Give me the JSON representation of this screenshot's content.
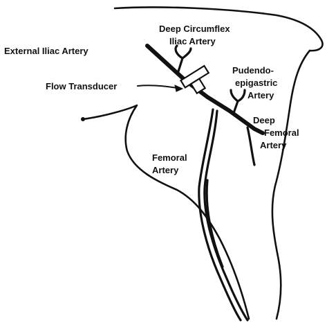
{
  "labels": {
    "external_iliac": "External Iliac Artery",
    "deep_circumflex_line1": "Deep Circumflex",
    "deep_circumflex_line2": "Iliac Artery",
    "flow_transducer": "Flow Transducer",
    "pudendo_line1": "Pudendo-",
    "pudendo_line2": "epigastric",
    "pudendo_line3": "Artery",
    "deep_femoral_line1": "Deep",
    "deep_femoral_line2": "Femoral",
    "deep_femoral_line3": "Artery",
    "femoral_line1": "Femoral",
    "femoral_line2": "Artery"
  },
  "colors": {
    "ink": "#111111",
    "background": "#ffffff"
  }
}
